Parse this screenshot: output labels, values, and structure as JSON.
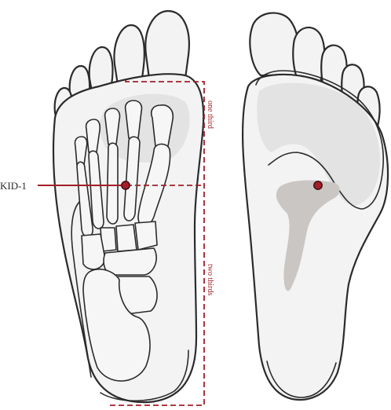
{
  "point_label": "KID-1",
  "upper_segment_label": "one third",
  "lower_segment_label": "two thirds",
  "colors": {
    "accent": "#a41f2a",
    "outline": "#2b2b2b",
    "skin": "#f3f3f3",
    "shade": "#c9c6c3"
  },
  "icons": [
    "foot-skeleton-view",
    "foot-sole-view",
    "acupoint-marker"
  ]
}
